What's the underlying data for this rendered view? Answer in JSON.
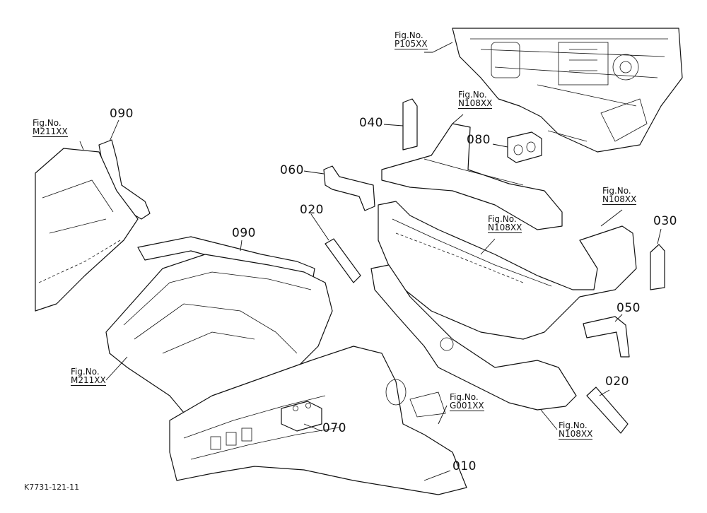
{
  "fig_refs": {
    "p105": {
      "line1": "Fig.No.",
      "line2": "P105XX"
    },
    "n108_top": {
      "line1": "Fig.No.",
      "line2": "N108XX"
    },
    "m211_left": {
      "line1": "Fig.No.",
      "line2": "M211XX"
    },
    "n108_right": {
      "line1": "Fig.No.",
      "line2": "N108XX"
    },
    "n108_mid": {
      "line1": "Fig.No.",
      "line2": "N108XX"
    },
    "m211_bottom": {
      "line1": "Fig.No.",
      "line2": "M211XX"
    },
    "g001": {
      "line1": "Fig.No.",
      "line2": "G001XX"
    },
    "n108_bottom": {
      "line1": "Fig.No.",
      "line2": "N108XX"
    }
  },
  "part_numbers": {
    "p040": "040",
    "p080": "080",
    "p090_top": "090",
    "p060": "060",
    "p020_left": "020",
    "p090_mid": "090",
    "p030": "030",
    "p050": "050",
    "p020_right": "020",
    "p070": "070",
    "p010": "010"
  },
  "drawing_code": "K7731-121-11"
}
